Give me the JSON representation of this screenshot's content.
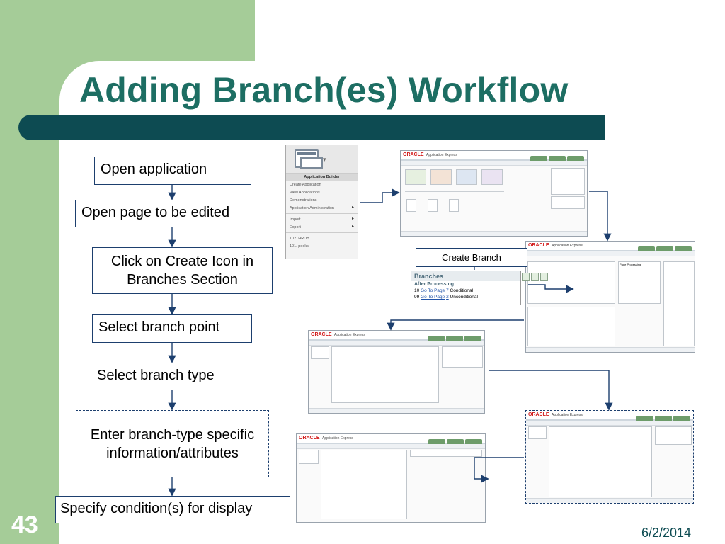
{
  "slide": {
    "title": "Adding Branch(es) Workflow",
    "number": "43",
    "date": "6/2/2014"
  },
  "steps": [
    "Open application",
    "Open page to be edited",
    "Click on Create Icon in Branches Section",
    "Select branch point",
    "Select branch type",
    "Enter branch-type specific information/attributes",
    "Specify condition(s) for display"
  ],
  "callout": {
    "create_branch": "Create Branch"
  },
  "app_builder_menu": {
    "header": "Application Builder",
    "items": [
      "Create Application",
      "View Applications",
      "Demonstrations",
      "Application Administration",
      "Import",
      "Export",
      "102. HRDB",
      "101. pooks"
    ]
  },
  "branches_panel": {
    "title": "Branches",
    "section": "After Processing",
    "rows": [
      {
        "seq": "10",
        "link": "Go To Page",
        "page": "7",
        "type": "Conditional"
      },
      {
        "seq": "99",
        "link": "Go To Page",
        "page": "2",
        "type": "Unconditional"
      }
    ]
  },
  "screens": {
    "brand_logo": "ORACLE",
    "brand_name": "Application Express",
    "page_processing": "Page Processing",
    "branches_label": "Branches"
  },
  "colors": {
    "title": "#1d6e63",
    "title_bar": "#0d4b52",
    "slide_green": "#a5cc98",
    "step_border": "#1d3f6e",
    "arrow": "#1d3f6e"
  }
}
